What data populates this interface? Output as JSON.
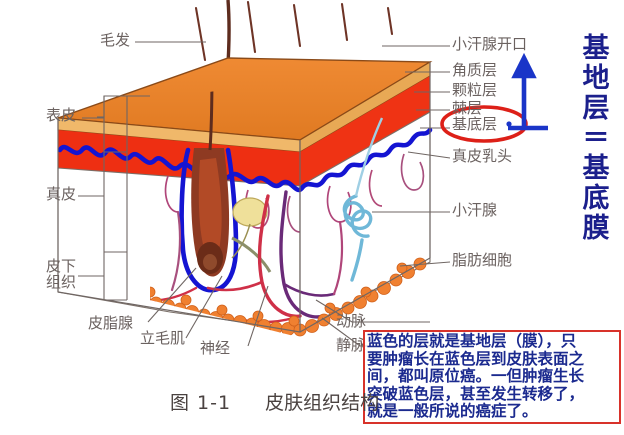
{
  "figure": {
    "caption_number": "图 1-1",
    "caption_title": "皮肤组织结构",
    "vertical_title": [
      "基",
      "地",
      "层",
      "＝",
      "基",
      "底",
      "膜"
    ],
    "vertical_title_text": "基地层＝基底膜"
  },
  "labels_left": [
    {
      "name": "hair",
      "text": "毛发"
    },
    {
      "name": "epidermis",
      "text": "表皮"
    },
    {
      "name": "dermis",
      "text": "真皮"
    },
    {
      "name": "subcutaneous-tissue",
      "text": "皮下组织",
      "line1": "皮下",
      "line2": "组织"
    }
  ],
  "labels_bottom": [
    {
      "name": "sebaceous-gland",
      "text": "皮脂腺"
    },
    {
      "name": "arrector-pili-muscle",
      "text": "立毛肌"
    },
    {
      "name": "nerve",
      "text": "神经"
    },
    {
      "name": "artery",
      "text": "动脉"
    },
    {
      "name": "vein",
      "text": "静脉"
    }
  ],
  "labels_right": [
    {
      "name": "sweat-pore",
      "text": "小汗腺开口"
    },
    {
      "name": "stratum-corneum",
      "text": "角质层"
    },
    {
      "name": "stratum-granulosum",
      "text": "颗粒层"
    },
    {
      "name": "stratum-spinosum",
      "text": "棘层"
    },
    {
      "name": "stratum-basale",
      "text": "基底层",
      "highlighted": true
    },
    {
      "name": "dermal-papilla",
      "text": "真皮乳头"
    },
    {
      "name": "eccrine-sweat-gland",
      "text": "小汗腺"
    },
    {
      "name": "fat-cell",
      "text": "脂肪细胞"
    }
  ],
  "annotation": {
    "name": "tumor-note",
    "lines": [
      "蓝色的层就是基地层（膜），只",
      "要肿瘤长在蓝色层到皮肤表面之",
      "间，都叫原位癌。一但肿瘤生长",
      "突破蓝色层，甚至发生转移了，",
      "就是一般所说的癌症了。"
    ],
    "border_color": "#d8322a",
    "text_color": "#1b2a8f"
  },
  "colors": {
    "epidermis_surface": "#e8802a",
    "epidermis_cut": "#ee2f12",
    "basal_membrane_line": "#1414d2",
    "fat_cell": "#f08030",
    "artery": "#d0304a",
    "vein": "#6a2a78",
    "sweat_gland": "#6fb8d8",
    "hair_shaft": "#7a3a28",
    "label_text": "#6b6260",
    "vertical_title": "#1b1f8c",
    "highlight_circle": "#dd2018",
    "arrow": "#1a35c8"
  }
}
